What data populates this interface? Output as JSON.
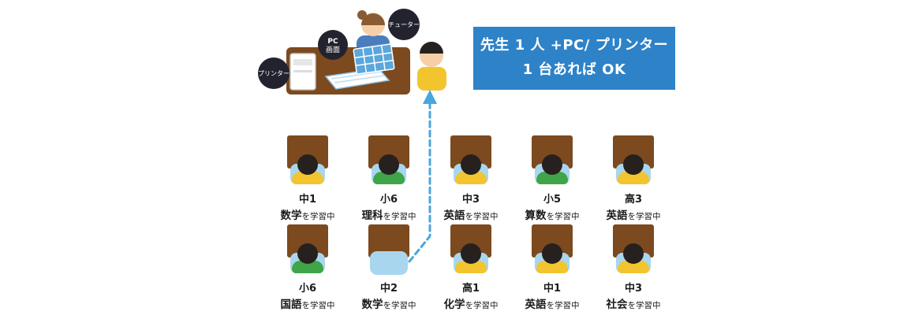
{
  "colors": {
    "info_box_bg": "#2e82c8",
    "info_box_text": "#ffffff",
    "desk_brown": "#7c4a1e",
    "chair_blue": "#a9d6ef",
    "hair_black": "#26211e",
    "label_circle": "#232330",
    "arrow_blue": "#4aa6dc",
    "skin": "#f6cfa8",
    "tutor_shirt": "#4a7dbd",
    "tutor_hair": "#8a5a32",
    "screen_blue": "#5aa7dc",
    "shirt_yellow": "#f2c52f",
    "shirt_green": "#3fa548"
  },
  "info_box": {
    "line1": "先生 1 人 +PC/ プリンター",
    "line2": "1 台あれば OK"
  },
  "tutor_station": {
    "tutor_label": "チューター",
    "pc_label_line1": "PC",
    "pc_label_line2": "画面",
    "printer_label": "プリンター"
  },
  "students": {
    "suffix": "を学習中",
    "row1": [
      {
        "grade": "中1",
        "subject": "数学",
        "shirt": "#f2c52f"
      },
      {
        "grade": "小6",
        "subject": "理科",
        "shirt": "#3fa548"
      },
      {
        "grade": "中3",
        "subject": "英語",
        "shirt": "#f2c52f"
      },
      {
        "grade": "小5",
        "subject": "算数",
        "shirt": "#3fa548"
      },
      {
        "grade": "高3",
        "subject": "英語",
        "shirt": "#f2c52f"
      }
    ],
    "row2": [
      {
        "grade": "小6",
        "subject": "国語",
        "shirt": "#3fa548"
      },
      {
        "grade": "中2",
        "subject": "数学",
        "empty": true
      },
      {
        "grade": "高1",
        "subject": "化学",
        "shirt": "#f2c52f"
      },
      {
        "grade": "中1",
        "subject": "英語",
        "shirt": "#f2c52f"
      },
      {
        "grade": "中3",
        "subject": "社会",
        "shirt": "#f2c52f"
      }
    ]
  }
}
